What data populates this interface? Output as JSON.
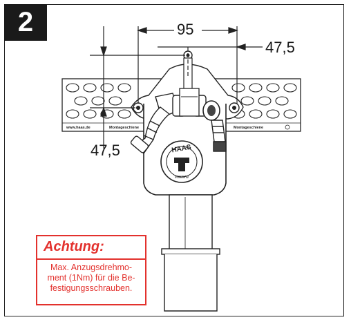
{
  "step": {
    "number": "2"
  },
  "dimensions": {
    "width": "95",
    "offset_right": "47,5",
    "offset_left": "47,5"
  },
  "rail": {
    "url": "www.haas.de",
    "label_left": "Montageschiene",
    "label_right": "Montageschiene"
  },
  "logo": {
    "brand": "HAAS",
    "model": "WW/WW"
  },
  "warning": {
    "title": "Achtung:",
    "text": "Max. Anzugsdrehmo-\nment (1Nm) für die Be-\nfestigungsschrauben.",
    "color": "#e3312d"
  }
}
